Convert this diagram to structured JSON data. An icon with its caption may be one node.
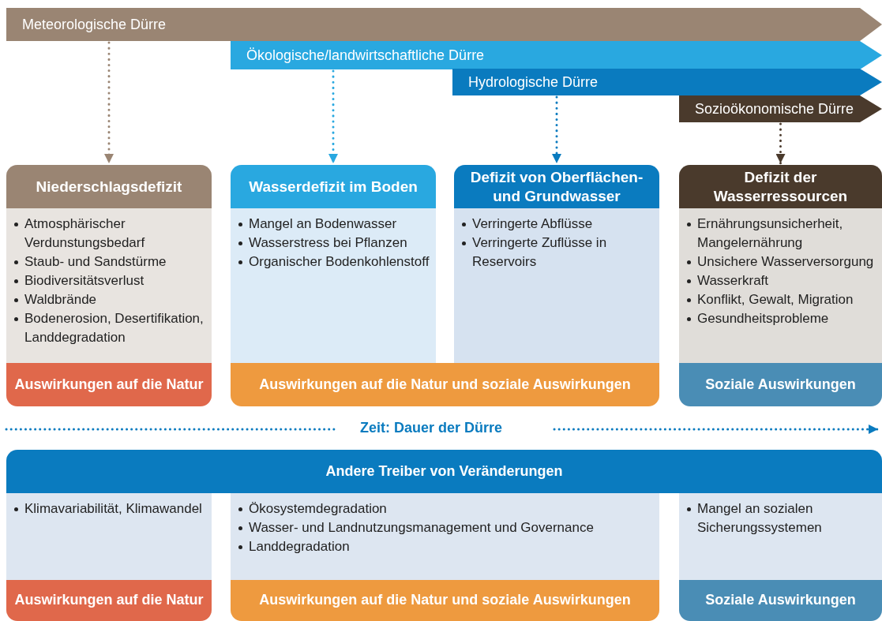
{
  "diagram": {
    "nodes": [
      {
        "text": [
          "Meteorologische Dürre"
        ]
      },
      {
        "text": [
          "Ökologische/landwirtschaftliche Dürre"
        ]
      },
      {
        "text": [
          "Hydrologische Dürre"
        ]
      },
      {
        "text": [
          "Sozioökonomische Dürre"
        ]
      },
      {
        "text": [
          "Niederschlagsdefizit",
          "Atmosphärischer Verdunstungsbedarf",
          "Staub- und Sandstürme",
          "Biodiversitätsverlust",
          "Waldbrände",
          "Bodenerosion, Desertifikation, Landdegradation"
        ]
      },
      {
        "text": [
          "Wasserdefizit im Boden",
          "Mangel an Bodenwasser",
          "Wasserstress bei Pflanzen",
          "Organischer Bodenkohlenstoff"
        ]
      },
      {
        "text": [
          "Defizit von Oberflächen- und Grundwasser",
          "Verringerte Abflüsse",
          "Verringerte Zuflüsse in Reservoirs"
        ]
      },
      {
        "text": [
          "Defizit der Wasserressourcen",
          "Ernährungsunsicherheit, Mangelernährung",
          "Unsichere Wasserversorgung",
          "Wasserkraft",
          "Konflikt, Gewalt, Migration",
          "Gesundheitsprobleme"
        ]
      },
      {
        "text": [
          "Auswirkungen auf die Natur"
        ]
      },
      {
        "text": [
          "Auswirkungen auf die Natur und soziale Auswirkungen"
        ]
      },
      {
        "text": [
          "Soziale Auswirkungen"
        ]
      },
      {
        "text": [
          "Andere Treiber von Veränderungen"
        ]
      },
      {
        "text": [
          "Klimavariabilität, Klimawandel"
        ]
      },
      {
        "text": [
          "Ökosystemdegradation",
          "Wasser- und Landnutzungsmanagement und Governance",
          "Landdegradation"
        ]
      },
      {
        "text": [
          "Mangel an sozialen Sicherungssystemen"
        ]
      },
      {
        "text": [
          "Auswirkungen auf die Natur"
        ]
      },
      {
        "text": [
          "Auswirkungen auf die Natur und soziale Auswirkungen"
        ]
      },
      {
        "text": [
          "Soziale Auswirkungen"
        ]
      }
    ],
    "edges": [
      {
        "from": 0,
        "to": 4,
        "arrow": "to",
        "style": "dashed",
        "color": "#9a8573"
      },
      {
        "from": 1,
        "to": 5,
        "arrow": "to",
        "style": "dashed",
        "color": "#29a8e0"
      },
      {
        "from": 2,
        "to": 6,
        "arrow": "to",
        "style": "dashed",
        "color": "#0a7bbf"
      },
      {
        "from": 3,
        "to": 7,
        "arrow": "to",
        "style": "dashed",
        "color": "#4a3a2c"
      }
    ],
    "labels": [
      "Zeit: Dauer der Dürre"
    ]
  }
}
